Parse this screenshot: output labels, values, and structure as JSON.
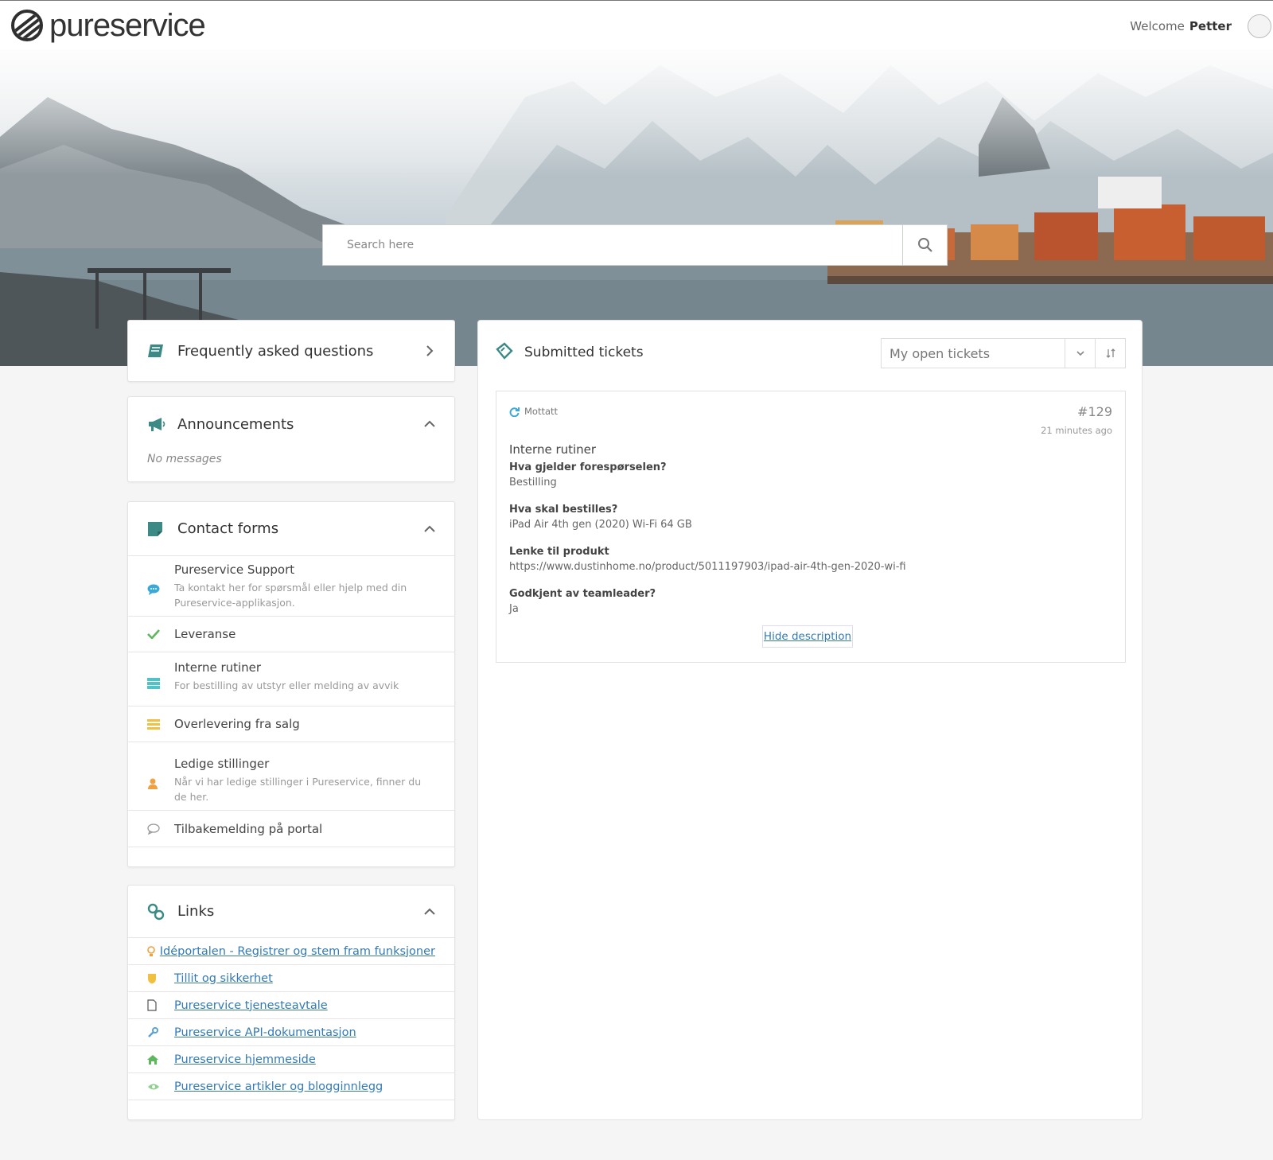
{
  "header": {
    "logo_text": "pureservice",
    "welcome_text": "Welcome",
    "user_name": "Petter"
  },
  "search": {
    "placeholder": "Search here"
  },
  "faq": {
    "title": "Frequently asked questions"
  },
  "announcements": {
    "title": "Announcements",
    "empty_text": "No messages"
  },
  "contact_forms": {
    "title": "Contact forms",
    "items": [
      {
        "name": "Pureservice Support",
        "description": "Ta kontakt her for spørsmål eller hjelp med din Pureservice-applikasjon.",
        "icon": "chat-icon"
      },
      {
        "name": "Leveranse",
        "description": "",
        "icon": "check-icon"
      },
      {
        "name": "Interne rutiner",
        "description": "For bestilling av utstyr eller melding av avvik",
        "icon": "server-icon"
      },
      {
        "name": "Overlevering fra salg",
        "description": "",
        "icon": "list-icon"
      },
      {
        "name": "Ledige stillinger",
        "description": "Når vi har ledige stillinger i Pureservice, finner du de her.",
        "icon": "person-icon"
      },
      {
        "name": "Tilbakemelding på portal",
        "description": "",
        "icon": "comment-icon"
      }
    ]
  },
  "links": {
    "title": "Links",
    "items": [
      {
        "label": "Idéportalen - Registrer og stem fram funksjoner",
        "icon": "lightbulb-icon"
      },
      {
        "label": "Tillit og sikkerhet",
        "icon": "shield-icon"
      },
      {
        "label": "Pureservice tjenesteavtale",
        "icon": "document-icon"
      },
      {
        "label": "Pureservice API-dokumentasjon",
        "icon": "wrench-icon"
      },
      {
        "label": "Pureservice hjemmeside",
        "icon": "home-icon"
      },
      {
        "label": "Pureservice artikler og blogginnlegg",
        "icon": "eye-icon"
      }
    ]
  },
  "tickets": {
    "title": "Submitted tickets",
    "filter_value": "My open tickets",
    "ticket": {
      "status": "Mottatt",
      "number": "#129",
      "age": "21 minutes ago",
      "subject": "Interne rutiner",
      "fields": [
        {
          "question": "Hva gjelder forespørselen?",
          "answer": "Bestilling"
        },
        {
          "question": "Hva skal bestilles?",
          "answer": "iPad Air 4th gen (2020) Wi-Fi 64 GB"
        },
        {
          "question": "Lenke til produkt",
          "answer": "https://www.dustinhome.no/product/5011197903/ipad-air-4th-gen-2020-wi-fi"
        },
        {
          "question": "Godkjent av teamleader?",
          "answer": "Ja"
        }
      ],
      "hide_label": "Hide description"
    }
  },
  "colors": {
    "link": "#337ab7",
    "teal_icon": "#3b8a86",
    "green_check": "#5cb85c",
    "blue_chat": "#3aa8d8",
    "yellow": "#f0c040",
    "orange": "#f0a040",
    "hero_water": "#8b9da8"
  }
}
